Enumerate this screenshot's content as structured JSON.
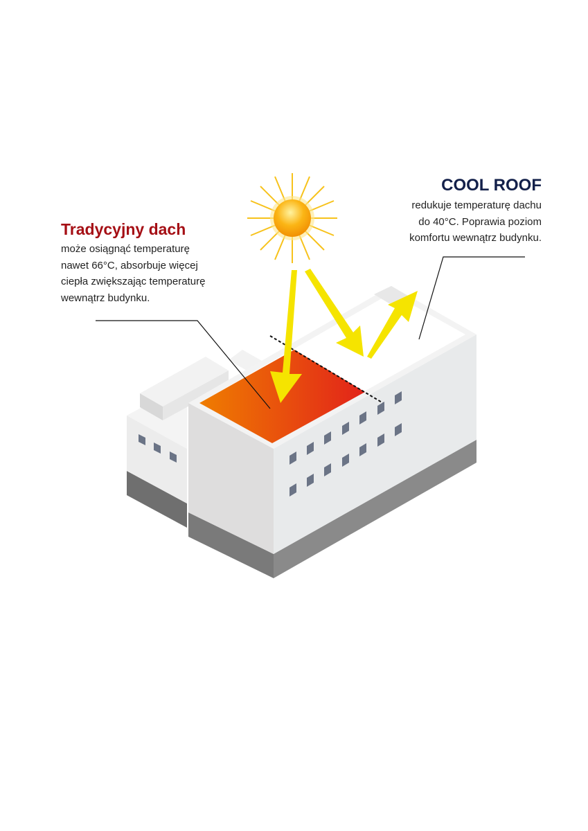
{
  "traditional_roof": {
    "title": "Tradycyjny dach",
    "lines": [
      "może osiągnąć temperaturę",
      "nawet 66°C, absorbuje więcej",
      "ciepła zwiększając temperaturę",
      "wewnątrz budynku."
    ]
  },
  "cool_roof": {
    "title": "COOL ROOF",
    "lines": [
      "redukuje temperaturę dachu",
      "do 40°C. Poprawia poziom",
      "komfortu wewnątrz budynku."
    ]
  },
  "colors": {
    "traditional_title": "#a50f15",
    "cool_title": "#13204a",
    "arrow": "#f5e400",
    "hot_roof_start": "#ef7d00",
    "hot_roof_end": "#e2231a"
  }
}
